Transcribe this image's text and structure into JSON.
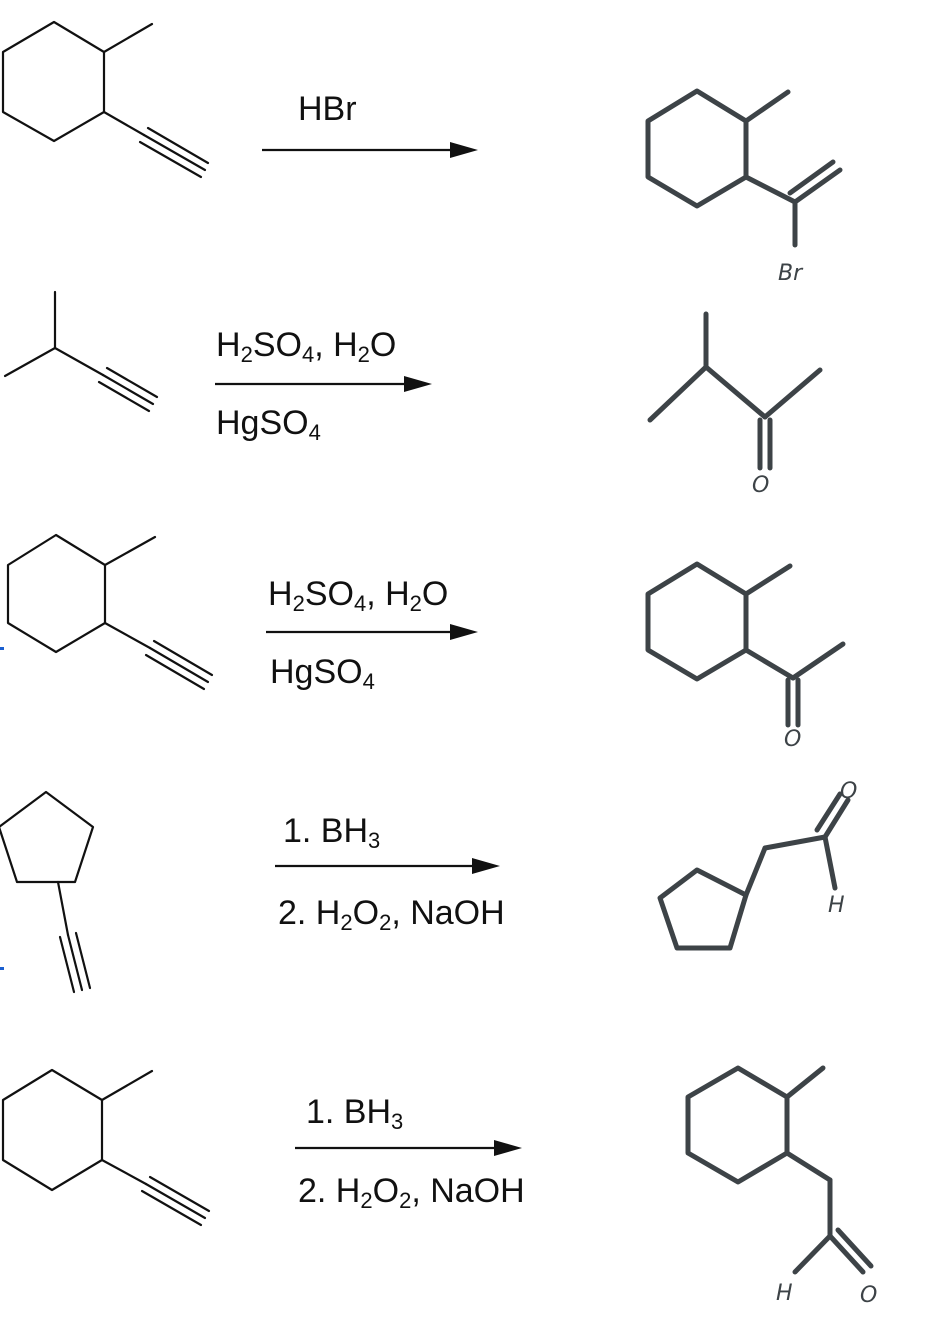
{
  "reactions": [
    {
      "reagents_above": [
        {
          "t": "HBr"
        }
      ],
      "reagents_below": [],
      "product_atoms": [
        "Br"
      ]
    },
    {
      "reagents_above": [
        {
          "t": "H"
        },
        {
          "s": "2"
        },
        {
          "t": "SO"
        },
        {
          "s": "4"
        },
        {
          "t": ", H"
        },
        {
          "s": "2"
        },
        {
          "t": "O"
        }
      ],
      "reagents_below": [
        {
          "t": "HgSO"
        },
        {
          "s": "4"
        }
      ],
      "product_atoms": [
        "O"
      ]
    },
    {
      "reagents_above": [
        {
          "t": "H"
        },
        {
          "s": "2"
        },
        {
          "t": "SO"
        },
        {
          "s": "4"
        },
        {
          "t": ", H"
        },
        {
          "s": "2"
        },
        {
          "t": "O"
        }
      ],
      "reagents_below": [
        {
          "t": "HgSO"
        },
        {
          "s": "4"
        }
      ],
      "product_atoms": [
        "O"
      ]
    },
    {
      "reagents_above": [
        {
          "t": "1. BH"
        },
        {
          "s": "3"
        }
      ],
      "reagents_below": [
        {
          "t": "2. H"
        },
        {
          "s": "2"
        },
        {
          "t": "O"
        },
        {
          "s": "2"
        },
        {
          "t": ", NaOH"
        }
      ],
      "product_atoms": [
        "O",
        "H"
      ]
    },
    {
      "reagents_above": [
        {
          "t": "1. BH"
        },
        {
          "s": "3"
        }
      ],
      "reagents_below": [
        {
          "t": "2. H"
        },
        {
          "s": "2"
        },
        {
          "t": "O"
        },
        {
          "s": "2"
        },
        {
          "t": ", NaOH"
        }
      ],
      "product_atoms": [
        "H",
        "O"
      ]
    }
  ],
  "colors": {
    "printed_ink": "#111111",
    "handwritten_ink": "#3d4347",
    "edge_artifact": "#1a5fd0"
  }
}
